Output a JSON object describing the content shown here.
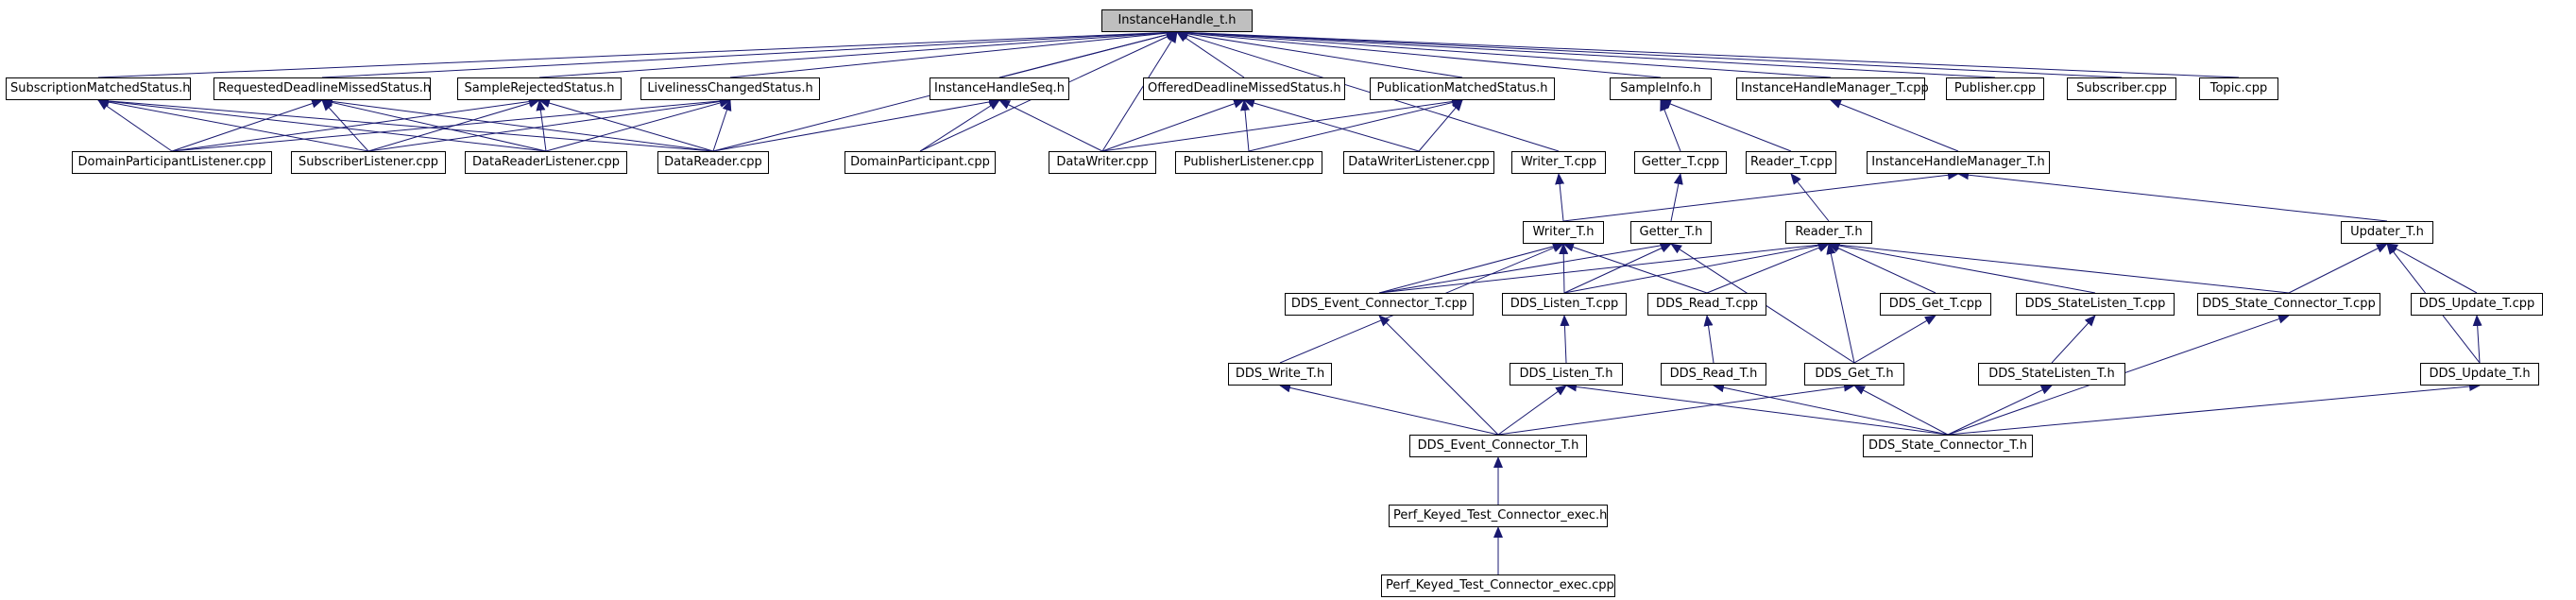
{
  "colors": {
    "edge": "#191970",
    "node_border": "#000000",
    "root_fill": "#bfbfbf",
    "node_fill": "#ffffff"
  },
  "nodes": {
    "instancehandle_t_h": "InstanceHandle_t.h",
    "subscriptionmatchedstatus_h": "SubscriptionMatchedStatus.h",
    "requesteddeadlinemissedstatus_h": "RequestedDeadlineMissedStatus.h",
    "samplerejectedstatus_h": "SampleRejectedStatus.h",
    "livelinesschangedstatus_h": "LivelinessChangedStatus.h",
    "instancehandleseq_h": "InstanceHandleSeq.h",
    "offereddeadlinemissedstatus_h": "OfferedDeadlineMissedStatus.h",
    "publicationmatchedstatus_h": "PublicationMatchedStatus.h",
    "sampleinfo_h": "SampleInfo.h",
    "instancehandlemanager_t_cpp": "InstanceHandleManager_T.cpp",
    "publisher_cpp": "Publisher.cpp",
    "subscriber_cpp": "Subscriber.cpp",
    "topic_cpp": "Topic.cpp",
    "domainparticipantlistener_cpp": "DomainParticipantListener.cpp",
    "subscriberlistener_cpp": "SubscriberListener.cpp",
    "datareaderlistener_cpp": "DataReaderListener.cpp",
    "datareader_cpp": "DataReader.cpp",
    "domainparticipant_cpp": "DomainParticipant.cpp",
    "datawriter_cpp": "DataWriter.cpp",
    "publisherlistener_cpp": "PublisherListener.cpp",
    "datawriterlistener_cpp": "DataWriterListener.cpp",
    "writer_t_cpp": "Writer_T.cpp",
    "getter_t_cpp": "Getter_T.cpp",
    "reader_t_cpp": "Reader_T.cpp",
    "instancehandlemanager_t_h": "InstanceHandleManager_T.h",
    "writer_t_h": "Writer_T.h",
    "getter_t_h": "Getter_T.h",
    "reader_t_h": "Reader_T.h",
    "updater_t_h": "Updater_T.h",
    "dds_event_connector_t_cpp": "DDS_Event_Connector_T.cpp",
    "dds_listen_t_cpp": "DDS_Listen_T.cpp",
    "dds_read_t_cpp": "DDS_Read_T.cpp",
    "dds_get_t_cpp": "DDS_Get_T.cpp",
    "dds_statelisten_t_cpp": "DDS_StateListen_T.cpp",
    "dds_state_connector_t_cpp": "DDS_State_Connector_T.cpp",
    "dds_update_t_cpp": "DDS_Update_T.cpp",
    "dds_write_t_h": "DDS_Write_T.h",
    "dds_listen_t_h": "DDS_Listen_T.h",
    "dds_read_t_h": "DDS_Read_T.h",
    "dds_get_t_h": "DDS_Get_T.h",
    "dds_statelisten_t_h": "DDS_StateListen_T.h",
    "dds_update_t_h": "DDS_Update_T.h",
    "dds_event_connector_t_h": "DDS_Event_Connector_T.h",
    "dds_state_connector_t_h": "DDS_State_Connector_T.h",
    "perf_keyed_test_connector_exec_h": "Perf_Keyed_Test_Connector_exec.h",
    "perf_keyed_test_connector_exec_cpp": "Perf_Keyed_Test_Connector_exec.cpp"
  }
}
